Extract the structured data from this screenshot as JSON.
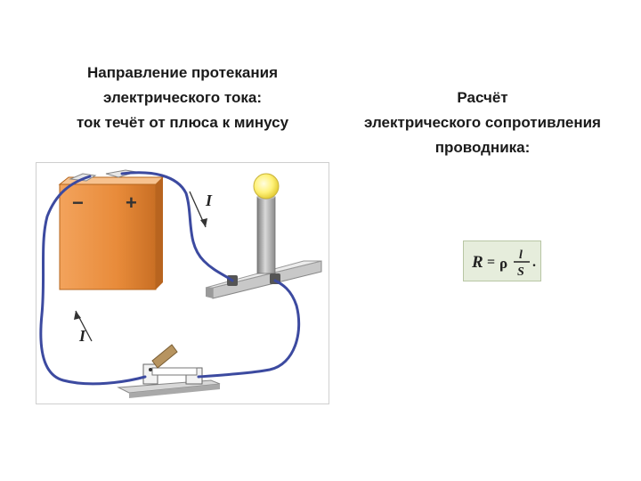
{
  "left_heading": {
    "line1": "Направление протекания",
    "line2": "электрического тока:",
    "line3": "ток течёт от плюса к минусу"
  },
  "right_heading": {
    "line1": "Расчёт",
    "line2": "электрического сопротивления",
    "line3": "проводника:"
  },
  "battery": {
    "minus_label": "−",
    "plus_label": "+",
    "color": "#e88b3a"
  },
  "current_labels": {
    "upper": "I",
    "lower": "I"
  },
  "wire_color": "#3c4aa0",
  "formula": {
    "lhs": "R",
    "equals": "=",
    "rho": "ρ",
    "numerator": "l",
    "denominator": "S",
    "end": "."
  }
}
